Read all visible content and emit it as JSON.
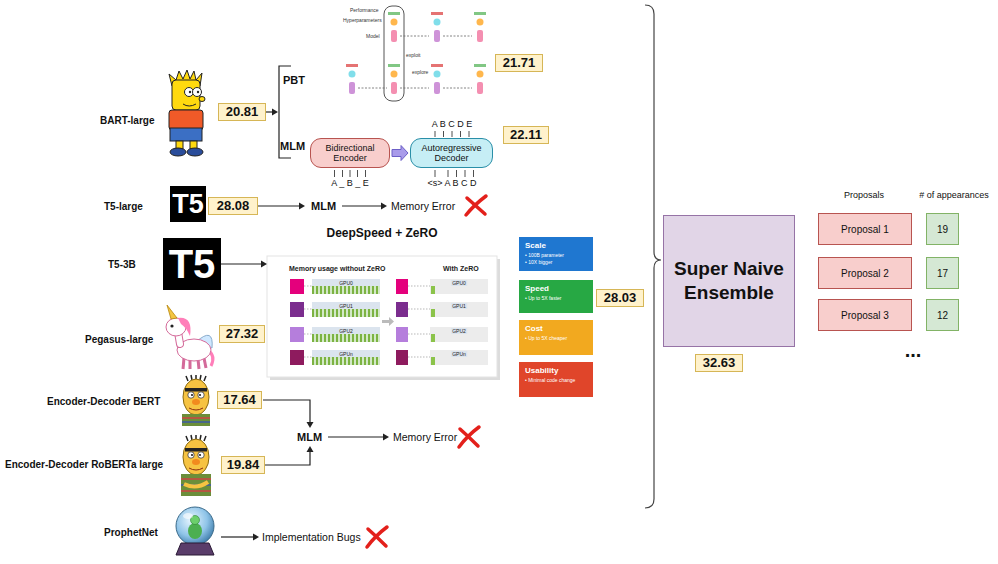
{
  "diagram": {
    "nodes": [
      {
        "text": [
          "20.81"
        ]
      },
      {
        "text": [
          "21.71"
        ]
      },
      {
        "text": [
          "Bidirectional Encoder"
        ]
      },
      {
        "text": [
          "Autoregressive Decoder"
        ]
      },
      {
        "text": [
          "22.11"
        ]
      },
      {
        "text": [
          "T5"
        ]
      },
      {
        "text": [
          "28.08"
        ]
      },
      {
        "text": [
          "T5"
        ]
      },
      {
        "text": [
          "Memory usage without ZeRO",
          "With ZeRO"
        ]
      },
      {
        "text": [
          "Scale",
          "• 100B parameter",
          "• 10X bigger"
        ]
      },
      {
        "text": [
          "Speed",
          "• Up to 5X faster"
        ]
      },
      {
        "text": [
          "28.03"
        ]
      },
      {
        "text": [
          "Cost",
          "• Up to 5X cheaper"
        ]
      },
      {
        "text": [
          "Usability",
          "• Minimal code change"
        ]
      },
      {
        "text": [
          "27.32"
        ]
      },
      {
        "text": [
          "17.64"
        ]
      },
      {
        "text": [
          "19.84"
        ]
      },
      {
        "text": [
          "Super Naive Ensemble"
        ]
      },
      {
        "text": [
          "32.63"
        ]
      },
      {
        "text": [
          "Proposal 1"
        ]
      },
      {
        "text": [
          "19"
        ]
      },
      {
        "text": [
          "Proposal 2"
        ]
      },
      {
        "text": [
          "17"
        ]
      },
      {
        "text": [
          "Proposal 3"
        ]
      },
      {
        "text": [
          "12"
        ]
      }
    ],
    "edges": [
      {
        "from": 2,
        "to": 3,
        "arrow": "to"
      },
      {
        "from": 7,
        "to": 8,
        "arrow": "to"
      }
    ],
    "labels": [
      "BART-large",
      "PBT",
      "MLM",
      "Performance",
      "Hyperparameters",
      "Model",
      "exploit",
      "explore",
      "A B C D E",
      "A _ B _ E",
      "<s> A B C D",
      "T5-large",
      "MLM",
      "Memory Error",
      "DeepSpeed + ZeRO",
      "T5-3B",
      "GPU0",
      "GPU1",
      "GPU2",
      "GPUn",
      "GPU0",
      "GPU1",
      "GPU2",
      "GPUn",
      "Pegasus-large",
      "Encoder-Decoder BERT",
      "Encoder-Decoder RoBERTa large",
      "MLM",
      "Memory Error",
      "ProphetNet",
      "Implementation Bugs",
      "Proposals",
      "# of appearances",
      "..."
    ]
  }
}
